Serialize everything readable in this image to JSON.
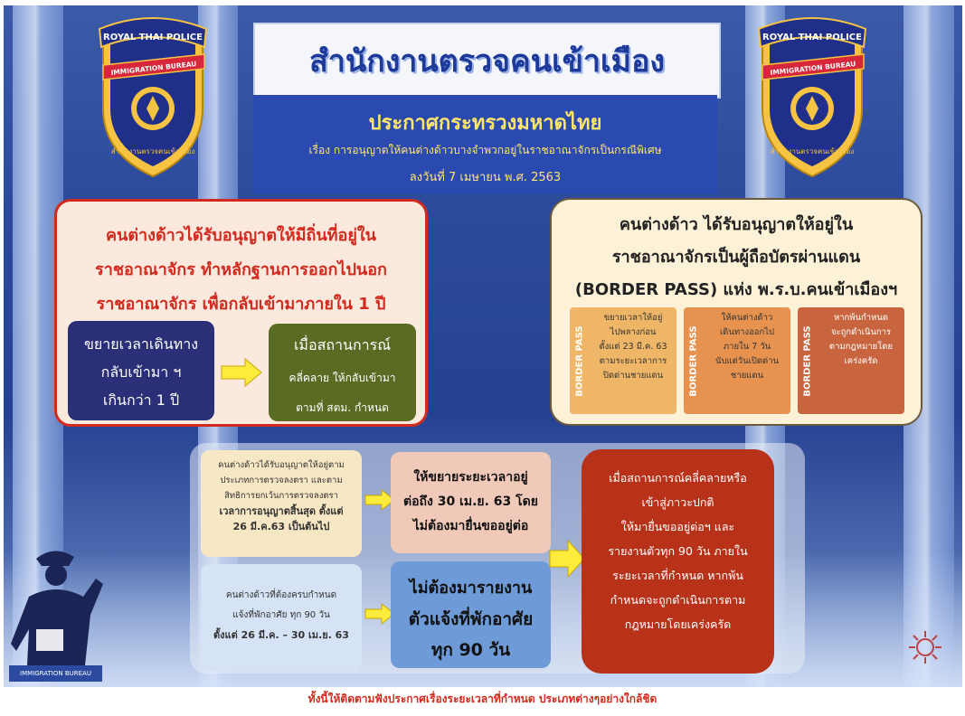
{
  "header": {
    "title": "สำนักงานตรวจคนเข้าเมือง",
    "subtitle": "ประกาศกระทรวงมหาดไทย",
    "subject": "เรื่อง การอนุญาตให้คนต่างด้าวบางจำพวกอยู่ในราชอาณาจักรเป็นกรณีพิเศษ",
    "date": "ลงวันที่ 7 เมษายน พ.ศ. 2563"
  },
  "badge": {
    "top_text": "ROYAL THAI POLICE",
    "band_text": "IMMIGRATION BUREAU",
    "bottom_text": "สำนักงานตรวจคนเข้าเมือง"
  },
  "left_card": {
    "lines": [
      "คนต่างด้าวได้รับอนุญาตให้มีถิ่นที่อยู่ใน",
      "ราชอาณาจักร ทำหลักฐานการออกไปนอก",
      "ราชอาณาจักร เพื่อกลับเข้ามาภายใน 1 ปี"
    ],
    "navy_lines": [
      "ขยายเวลาเดินทาง",
      "กลับเข้ามา ฯ",
      "เกินกว่า 1 ปี"
    ],
    "olive_lines": [
      "เมื่อสถานการณ์",
      "คลี่คลาย ให้กลับเข้ามา",
      "ตามที่ สตม. กำหนด"
    ]
  },
  "right_card": {
    "lines": [
      "คนต่างด้าว ได้รับอนุญาตให้อยู่ใน",
      "ราชอาณาจักรเป็นผู้ถือบัตรผ่านแดน",
      "(BORDER PASS) แห่ง พ.ร.บ.คนเข้าเมืองฯ"
    ],
    "border_label": "BORDER PASS",
    "steps": [
      {
        "lines": [
          "ขยายเวลาให้อยู่",
          "ไปพลางก่อน",
          "ตั้งแต่ 23 มี.ค. 63",
          "ตามระยะเวลาการ",
          "ปิดด่านชายแดน"
        ]
      },
      {
        "lines": [
          "ให้คนต่างด้าว",
          "เดินทางออกไป",
          "ภายใน 7 วัน",
          "นับแต่วันเปิดด่าน",
          "ชายแดน"
        ]
      },
      {
        "lines": [
          "หากพ้นกำหนด",
          "จะถูกดำเนินการ",
          "ตามกฎหมายโดย",
          "เคร่งครัด"
        ]
      }
    ],
    "step_colors": [
      "#f0b667",
      "#e7934f",
      "#c8653f"
    ]
  },
  "bottom": {
    "cream_lines": [
      "คนต่างด้าวได้รับอนุญาตให้อยู่ตาม",
      "ประเภทการตรวจลงตรา และตาม",
      "สิทธิการยกเว้นการตรวจลงตรา",
      "เวลาการอนุญาตสิ้นสุด ตั้งแต่",
      "26 มี.ค.63 เป็นต้นไป"
    ],
    "peach_lines": [
      "ให้ขยายระยะเวลาอยู่",
      "ต่อถึง 30 เม.ย. 63 โดย",
      "ไม่ต้องมายื่นขออยู่ต่อ"
    ],
    "lblue_lines": [
      "คนต่างด้าวที่ต้องครบกำหนด",
      "แจ้งที่พักอาศัย ทุก 90 วัน",
      "ตั้งแต่ 26 มี.ค. – 30 เม.ย. 63"
    ],
    "sky_lines": [
      "ไม่ต้องมารายงาน",
      "ตัวแจ้งที่พักอาศัย",
      "ทุก 90 วัน"
    ],
    "red_lines": [
      "เมื่อสถานการณ์คลี่คลายหรือ",
      "เข้าสู่ภาวะปกติ",
      "ให้มายื่นขออยู่ต่อฯ และ",
      "รายงานตัวทุก 90 วัน ภายใน",
      "ระยะเวลาที่กำหนด หากพ้น",
      "กำหนดจะถูกดำเนินการตาม",
      "กฎหมายโดยเคร่งครัด"
    ]
  },
  "tag": "IMMIGRATION BUREAU",
  "footer": "ทั้งนี้ให้ติดตามฟังประกาศเรื่องระยะเวลาที่กำหนด ประเภทต่างๆอย่างใกล้ชิด",
  "colors": {
    "accent_red": "#d22a1f",
    "title_blue": "#1d3a9a",
    "arrow_yellow": "#ffeb3b"
  }
}
